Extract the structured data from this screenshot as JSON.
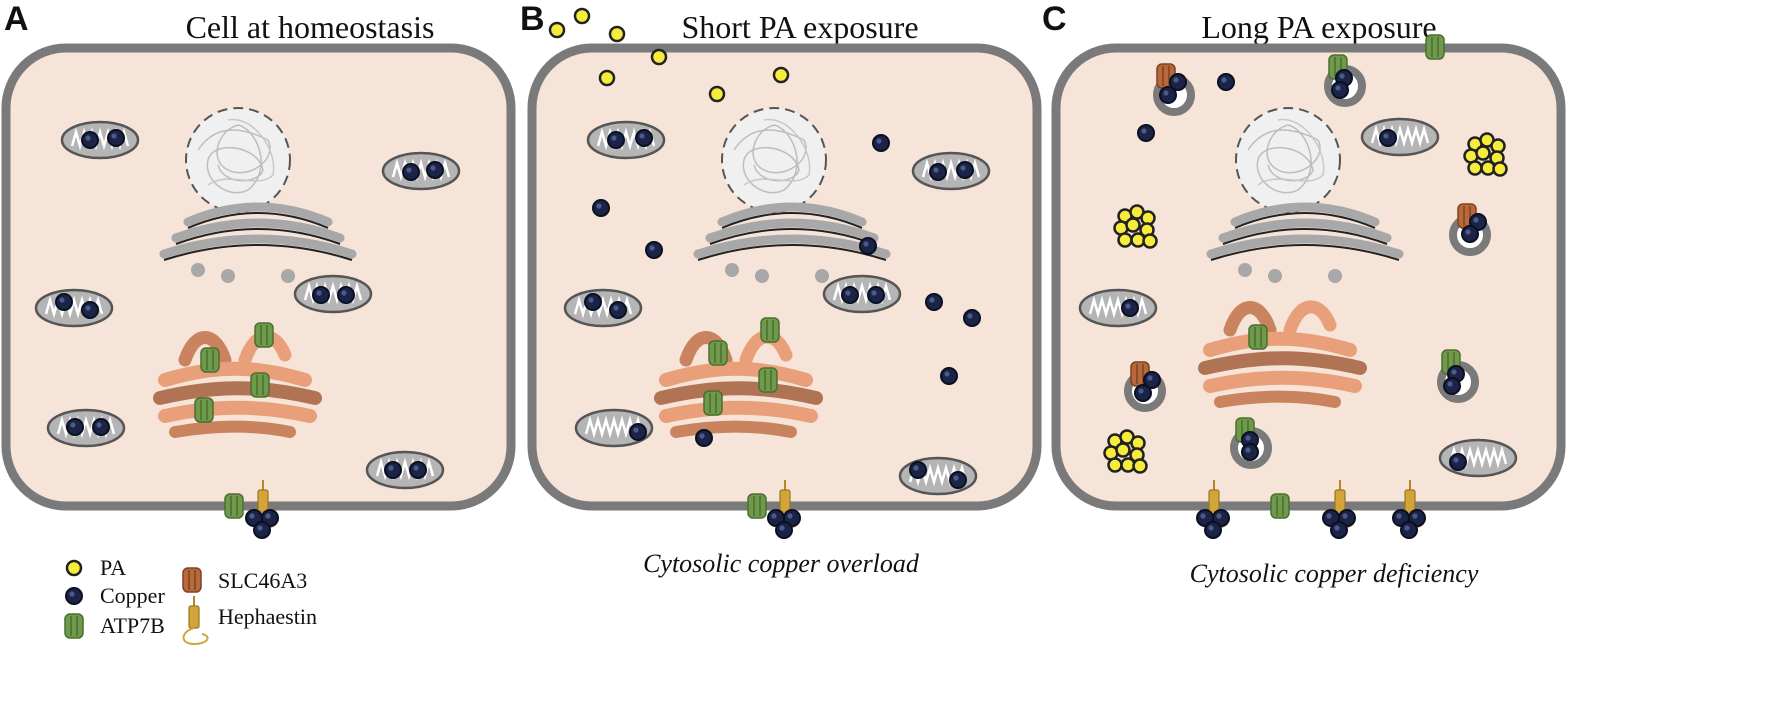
{
  "panels": [
    {
      "letter": "A",
      "title": "Cell at homeostasis",
      "caption": ""
    },
    {
      "letter": "B",
      "title": "Short PA exposure",
      "caption": "Cytosolic copper overload"
    },
    {
      "letter": "C",
      "title": "Long PA exposure",
      "caption": "Cytosolic copper deficiency"
    }
  ],
  "legend": {
    "pa": "PA",
    "copper": "Copper",
    "atp7b": "ATP7B",
    "slc46a3": "SLC46A3",
    "hephaestin": "Hephaestin"
  },
  "colors": {
    "cytoplasm": "#f6e4d8",
    "membrane": "#7a7a7a",
    "copper": "#1b2447",
    "pa": "#f5ec3c",
    "atp7b": "#6f9a4b",
    "slc46a3": "#b8683a",
    "hephaestin": "#d2a53a",
    "golgi": "#e9a07a",
    "er": "#a8a8a8",
    "nucleus": "#f0f0f0"
  }
}
